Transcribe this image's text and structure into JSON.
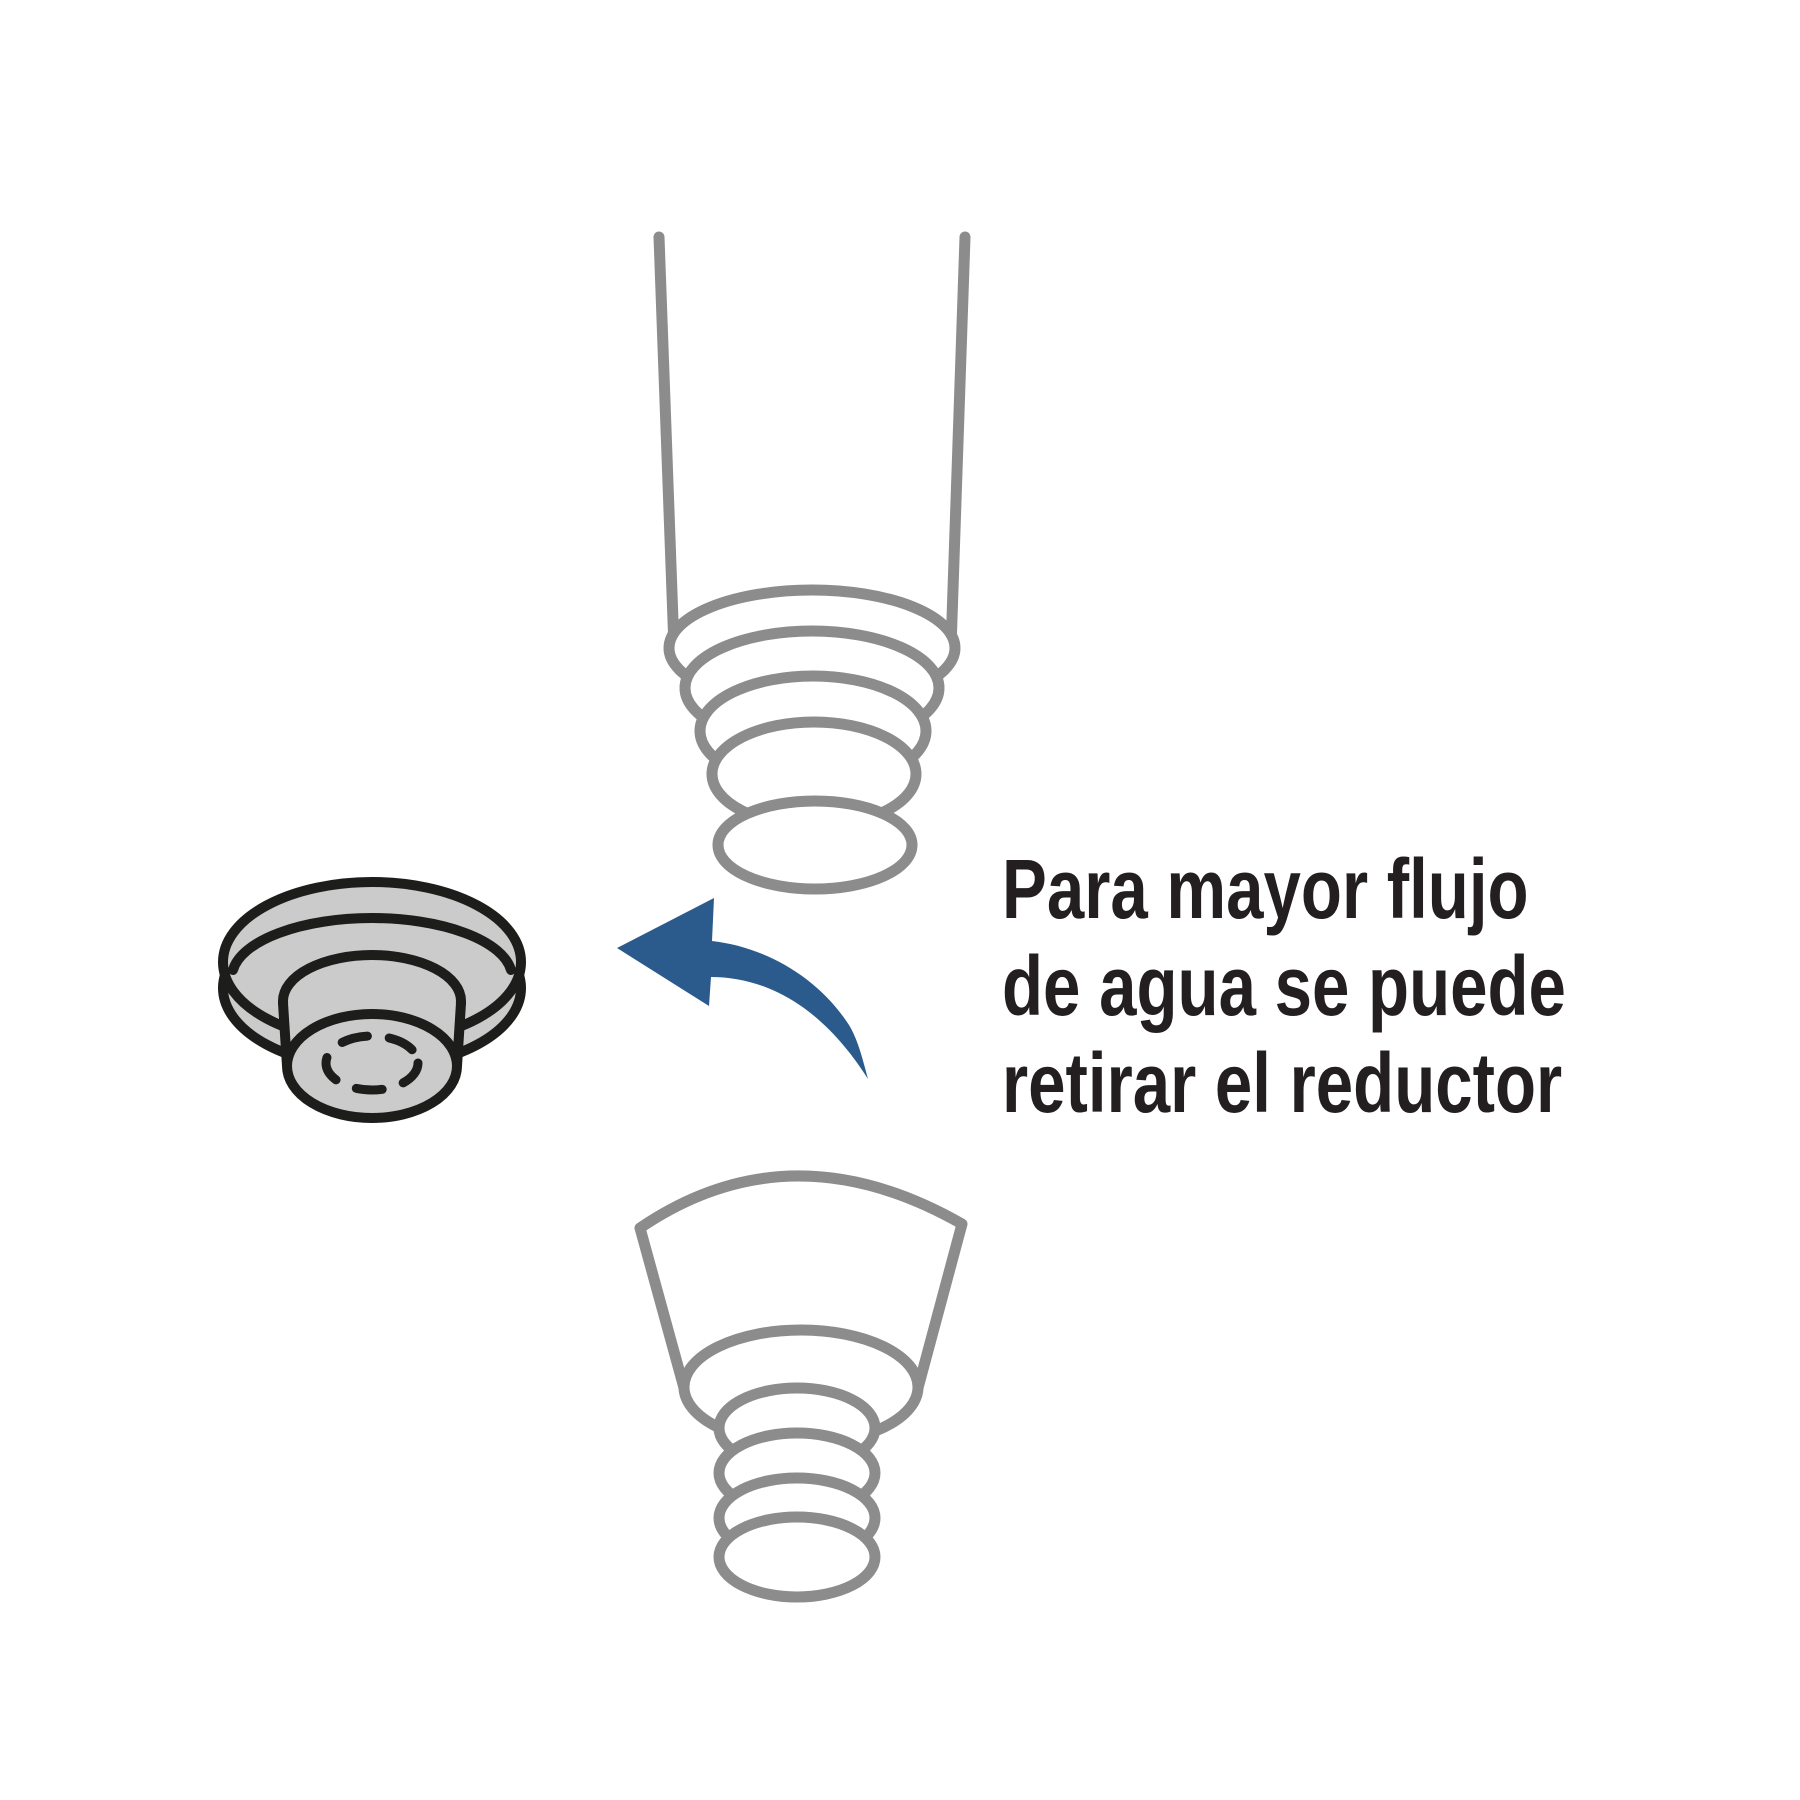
{
  "caption": {
    "line1": "Para mayor flujo",
    "line2": "de agua se puede",
    "line3": "retirar el reductor"
  },
  "figures": {
    "top_connector": "shower-hose-upper-coupling-with-tapered-threads",
    "bottom_connector": "shower-hose-lower-coupling-cone-with-corrugated-hose",
    "reducer": "water-flow-reducer-disc",
    "arrow": "remove-reducer-direction-arrow"
  },
  "colors": {
    "outline_gray": "#8c8c8c",
    "outline_black": "#1d1d1b",
    "reducer_fill": "#cbcbcb",
    "arrow_blue": "#2b5b8c",
    "background": "#ffffff",
    "text_color": "#231f20"
  }
}
